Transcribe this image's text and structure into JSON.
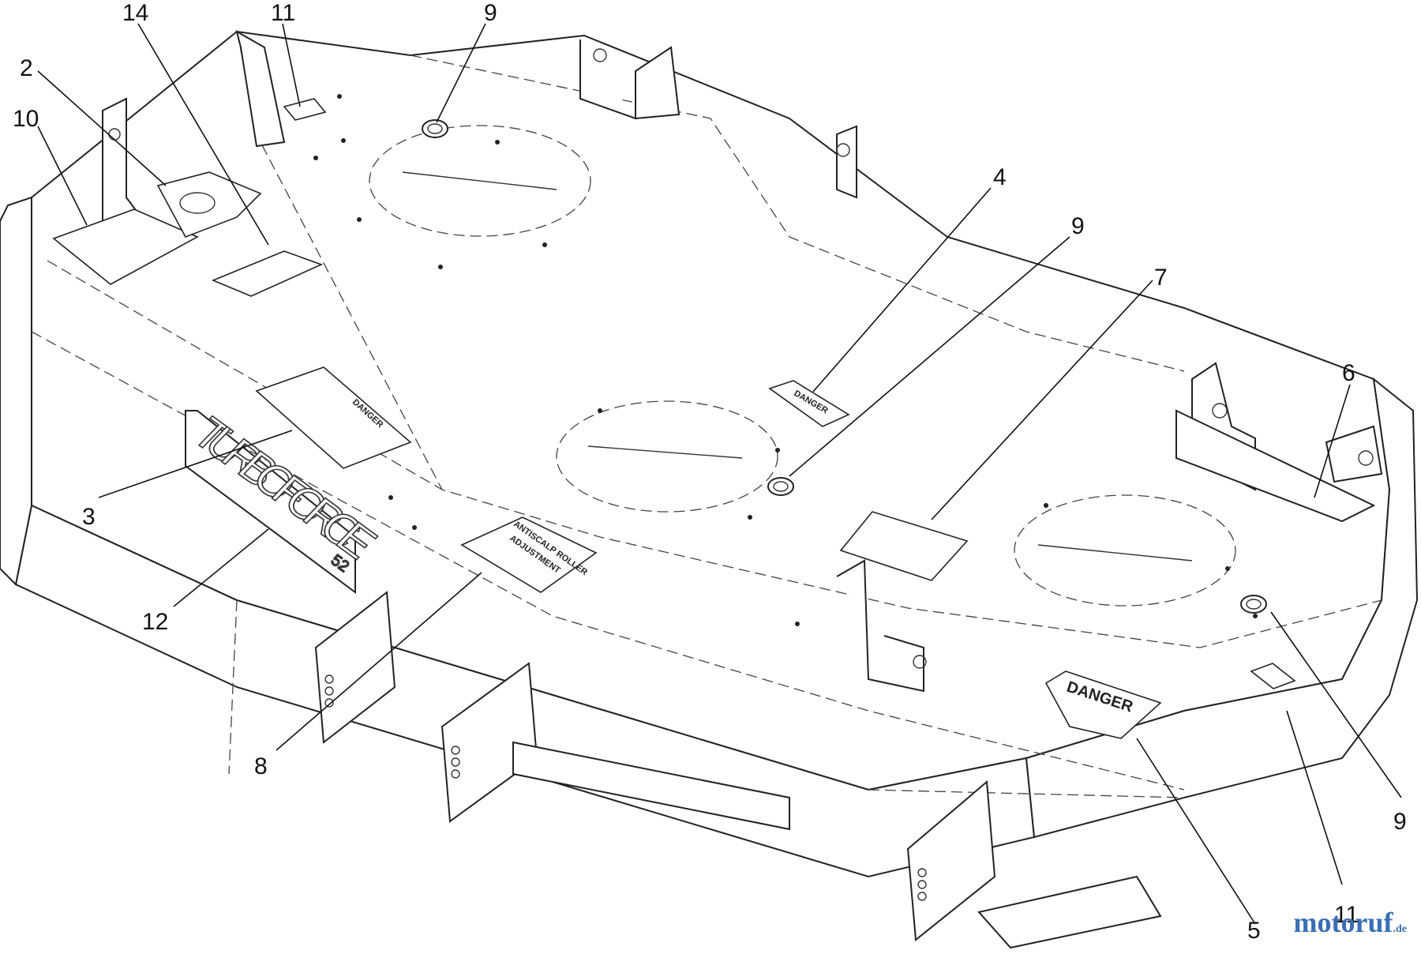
{
  "callouts": [
    {
      "label": "14"
    },
    {
      "label": "11"
    },
    {
      "label": "9"
    },
    {
      "label": "2"
    },
    {
      "label": "10"
    },
    {
      "label": "4"
    },
    {
      "label": "9"
    },
    {
      "label": "7"
    },
    {
      "label": "6"
    },
    {
      "label": "3"
    },
    {
      "label": "12"
    },
    {
      "label": "8"
    },
    {
      "label": "9"
    },
    {
      "label": "11"
    },
    {
      "label": "5"
    }
  ],
  "decals": {
    "danger_small": "DANGER",
    "danger_large": "DANGER",
    "danger_mid": "DANGER",
    "antiscalp_line1": "ANTISCALP ROLLER",
    "antiscalp_line2": "ADJUSTMENT"
  },
  "brand": {
    "name": "TURBO FORCE",
    "size": "52"
  },
  "watermark": {
    "text": "motoruf",
    "suffix": ".de"
  },
  "colors": {
    "line": "#222222",
    "background": "#ffffff",
    "watermark_blue": "#3a6fb5",
    "watermark_orange": "#e08a1e"
  }
}
